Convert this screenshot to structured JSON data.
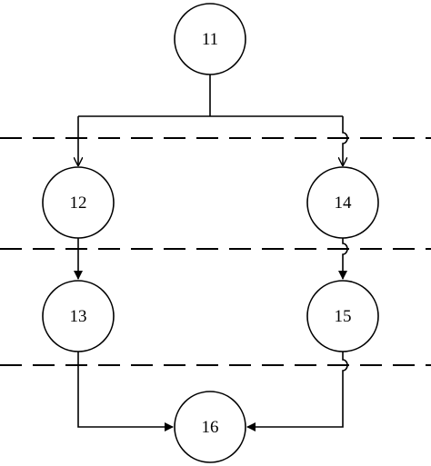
{
  "nodes": [
    {
      "id": "n11",
      "label": "11"
    },
    {
      "id": "n12",
      "label": "12"
    },
    {
      "id": "n13",
      "label": "13"
    },
    {
      "id": "n14",
      "label": "14"
    },
    {
      "id": "n15",
      "label": "15"
    },
    {
      "id": "n16",
      "label": "16"
    }
  ],
  "edges": [
    {
      "from": "11",
      "to": "12",
      "arrow": "open"
    },
    {
      "from": "11",
      "to": "14",
      "arrow": "open"
    },
    {
      "from": "12",
      "to": "13",
      "arrow": "filled"
    },
    {
      "from": "14",
      "to": "15",
      "arrow": "filled"
    },
    {
      "from": "13",
      "to": "16",
      "arrow": "filled"
    },
    {
      "from": "15",
      "to": "16",
      "arrow": "filled"
    }
  ],
  "separator_style": "dashed",
  "colors": {
    "stroke": "#000000",
    "background": "#ffffff"
  }
}
